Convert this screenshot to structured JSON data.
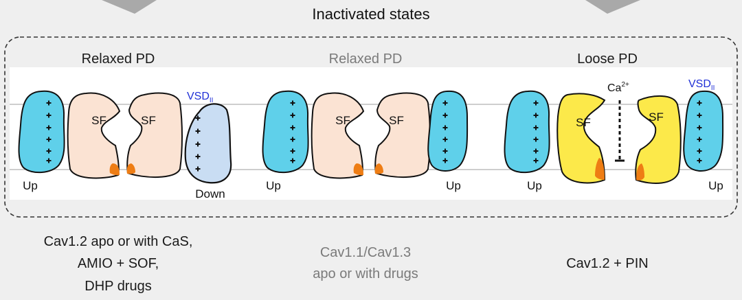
{
  "header": {
    "title": "Inactivated states"
  },
  "panels": [
    {
      "title": "Relaxed PD",
      "title_color": "#1a1a1a",
      "left_vsd_label": "Up",
      "sf_left": "SF",
      "sf_right": "SF",
      "vsd_top_label": "VSD",
      "vsd_top_sub": "II",
      "right_vsd_label": "Down",
      "caption": [
        "Cav1.2 apo or with CaS,",
        "AMIO + SOF,",
        "DHP drugs"
      ],
      "caption_color": "#1a1a1a"
    },
    {
      "title": "Relaxed PD",
      "title_color": "#7a7a7a",
      "left_vsd_label": "Up",
      "sf_left": "SF",
      "sf_right": "SF",
      "right_vsd_label": "Up",
      "caption": [
        "Cav1.1/Cav1.3",
        "apo or with drugs"
      ],
      "caption_color": "#7a7a7a"
    },
    {
      "title": "Loose PD",
      "title_color": "#1a1a1a",
      "left_vsd_label": "Up",
      "sf_left": "SF",
      "sf_right": "SF",
      "ion_label": "Ca",
      "ion_charge": "2+",
      "vsd_top_label": "VSD",
      "vsd_top_sub": "II",
      "right_vsd_label": "Up",
      "caption": [
        "Cav1.2 + PIN"
      ],
      "caption_color": "#1a1a1a"
    }
  ],
  "colors": {
    "vsd_up": "#5fd0ea",
    "vsd_down": "#c9ddf3",
    "pd_relaxed": "#fbe3d3",
    "pd_loose": "#fce94a",
    "gate": "#ee7d14",
    "vsd_label": "#1f2fd6",
    "arrow": "#a9a9a9"
  }
}
